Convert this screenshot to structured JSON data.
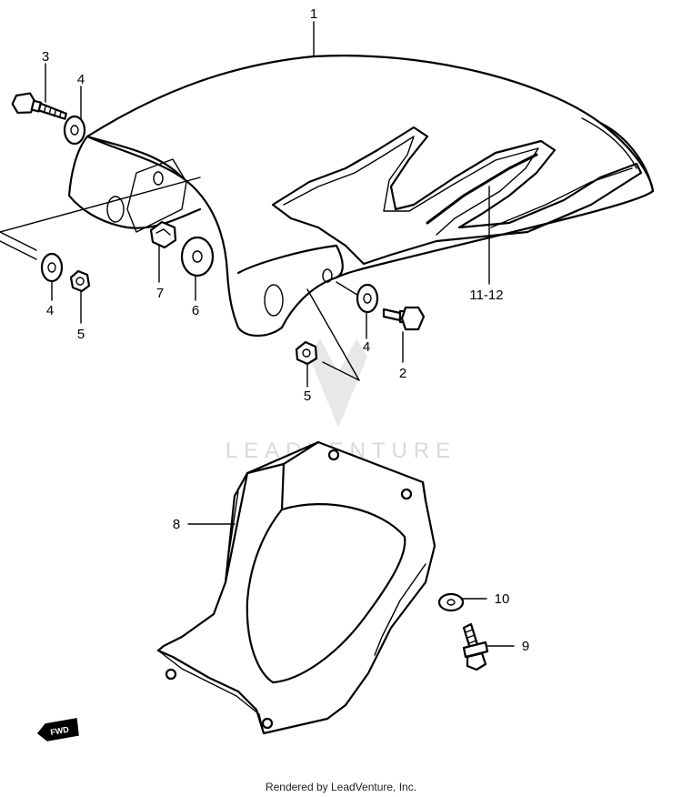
{
  "callouts": [
    "1",
    "2",
    "3",
    "4",
    "4",
    "4",
    "5",
    "5",
    "6",
    "7",
    "8",
    "9",
    "10",
    "11-12"
  ],
  "watermark": "LEADVENTURE",
  "direction_marker": "FWD",
  "footer": "Rendered by LeadVenture, Inc."
}
